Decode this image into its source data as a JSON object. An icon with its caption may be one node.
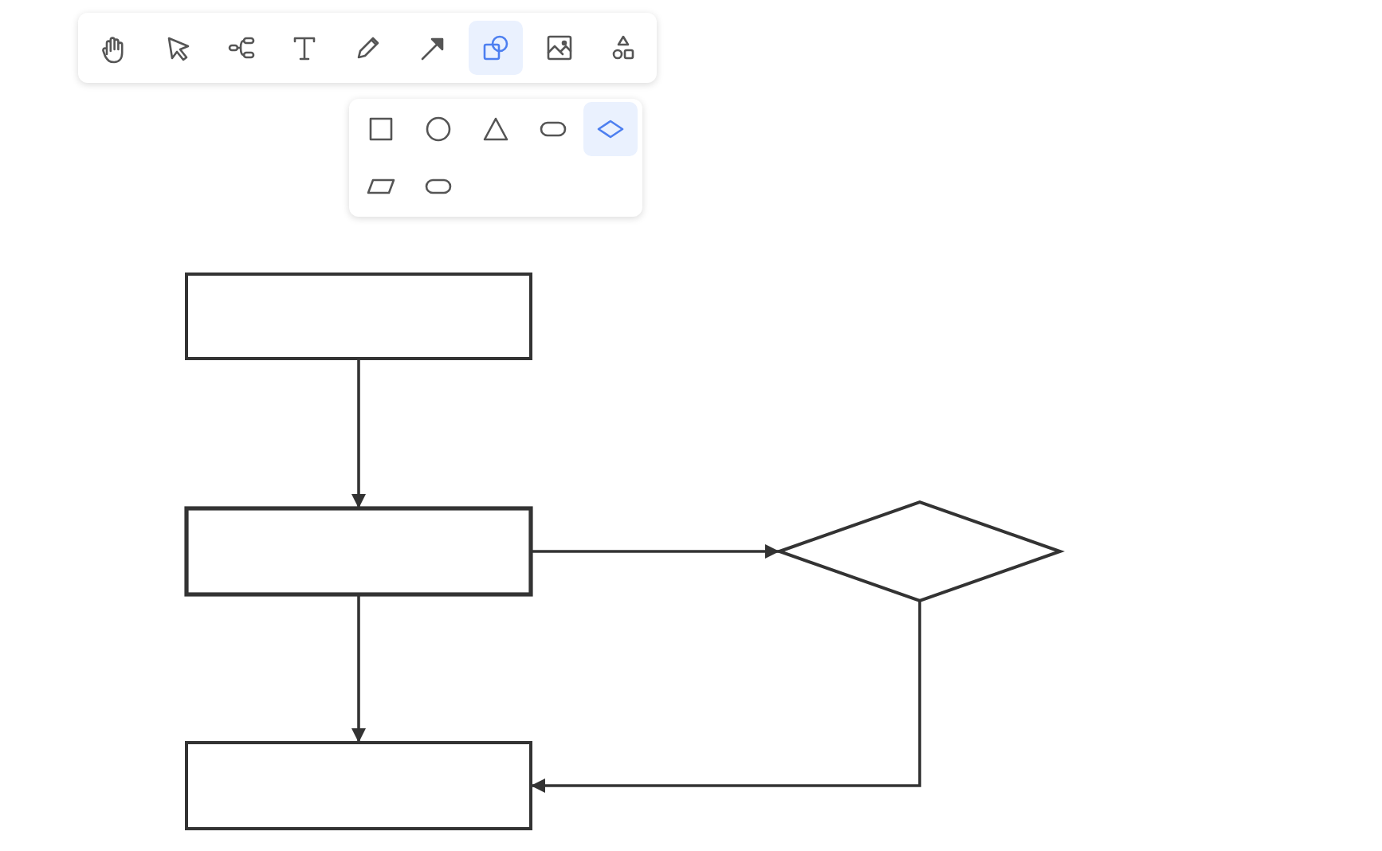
{
  "diagram": {
    "nodes": [
      {
        "text": [],
        "shape": "box"
      },
      {
        "text": [],
        "shape": "box"
      },
      {
        "text": [],
        "shape": "diamond"
      },
      {
        "text": [],
        "shape": "box"
      }
    ],
    "edges": [
      {
        "from": 0,
        "to": 1,
        "arrow": "to"
      },
      {
        "from": 1,
        "to": 2,
        "arrow": "to"
      },
      {
        "from": 1,
        "to": 3,
        "arrow": "to"
      },
      {
        "from": 2,
        "to": 3,
        "arrow": "to"
      }
    ]
  }
}
